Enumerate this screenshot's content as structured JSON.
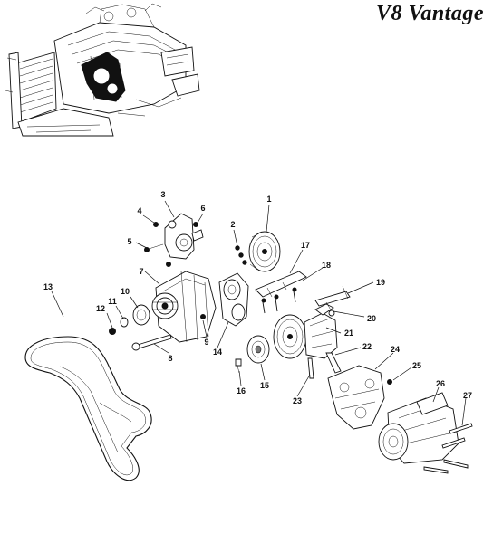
{
  "brand": {
    "logo_text": "V8 Vantage"
  },
  "callouts": [
    {
      "id": "c1",
      "label": "1"
    },
    {
      "id": "c2",
      "label": "2"
    },
    {
      "id": "c3",
      "label": "3"
    },
    {
      "id": "c4",
      "label": "4"
    },
    {
      "id": "c5",
      "label": "5"
    },
    {
      "id": "c6",
      "label": "6"
    },
    {
      "id": "c7",
      "label": "7"
    },
    {
      "id": "c8",
      "label": "8"
    },
    {
      "id": "c9",
      "label": "9"
    },
    {
      "id": "c10",
      "label": "10"
    },
    {
      "id": "c11",
      "label": "11"
    },
    {
      "id": "c12",
      "label": "12"
    },
    {
      "id": "c13",
      "label": "13"
    },
    {
      "id": "c14",
      "label": "14"
    },
    {
      "id": "c15",
      "label": "15"
    },
    {
      "id": "c16",
      "label": "16"
    },
    {
      "id": "c17",
      "label": "17"
    },
    {
      "id": "c18",
      "label": "18"
    },
    {
      "id": "c19",
      "label": "19"
    },
    {
      "id": "c20",
      "label": "20"
    },
    {
      "id": "c21",
      "label": "21"
    },
    {
      "id": "c22",
      "label": "22"
    },
    {
      "id": "c23",
      "label": "23"
    },
    {
      "id": "c24",
      "label": "24"
    },
    {
      "id": "c25",
      "label": "25"
    },
    {
      "id": "c26",
      "label": "26"
    },
    {
      "id": "c27",
      "label": "27"
    }
  ]
}
